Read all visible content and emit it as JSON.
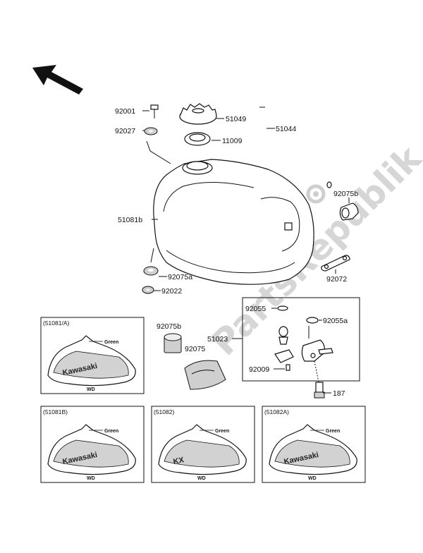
{
  "watermark": "PartsRepublik",
  "parts": {
    "p92001": "92001",
    "p51049": "51049",
    "p92027": "92027",
    "p11009": "11009",
    "p51044": "51044",
    "p92075b_top": "92075b",
    "p51081b": "51081b",
    "p92075a": "92075a",
    "p92022": "92022",
    "p92072": "92072",
    "p92055": "92055",
    "p92055a": "92055a",
    "p51023": "51023",
    "p92075b_low": "92075b",
    "p92075": "92075",
    "p92009": "92009",
    "p187": "187"
  },
  "panels": [
    {
      "code": "(51081/A)",
      "color_note": "Green",
      "decal": "Kawasaki",
      "footer": "WD"
    },
    {
      "code": "(51081B)",
      "color_note": "Green",
      "decal": "Kawasaki",
      "footer": "WD"
    },
    {
      "code": "(51082)",
      "color_note": "Green",
      "decal": "KX",
      "footer": "WD"
    },
    {
      "code": "(51082A)",
      "color_note": "Green",
      "decal": "Kawasaki",
      "footer": "WD"
    }
  ]
}
